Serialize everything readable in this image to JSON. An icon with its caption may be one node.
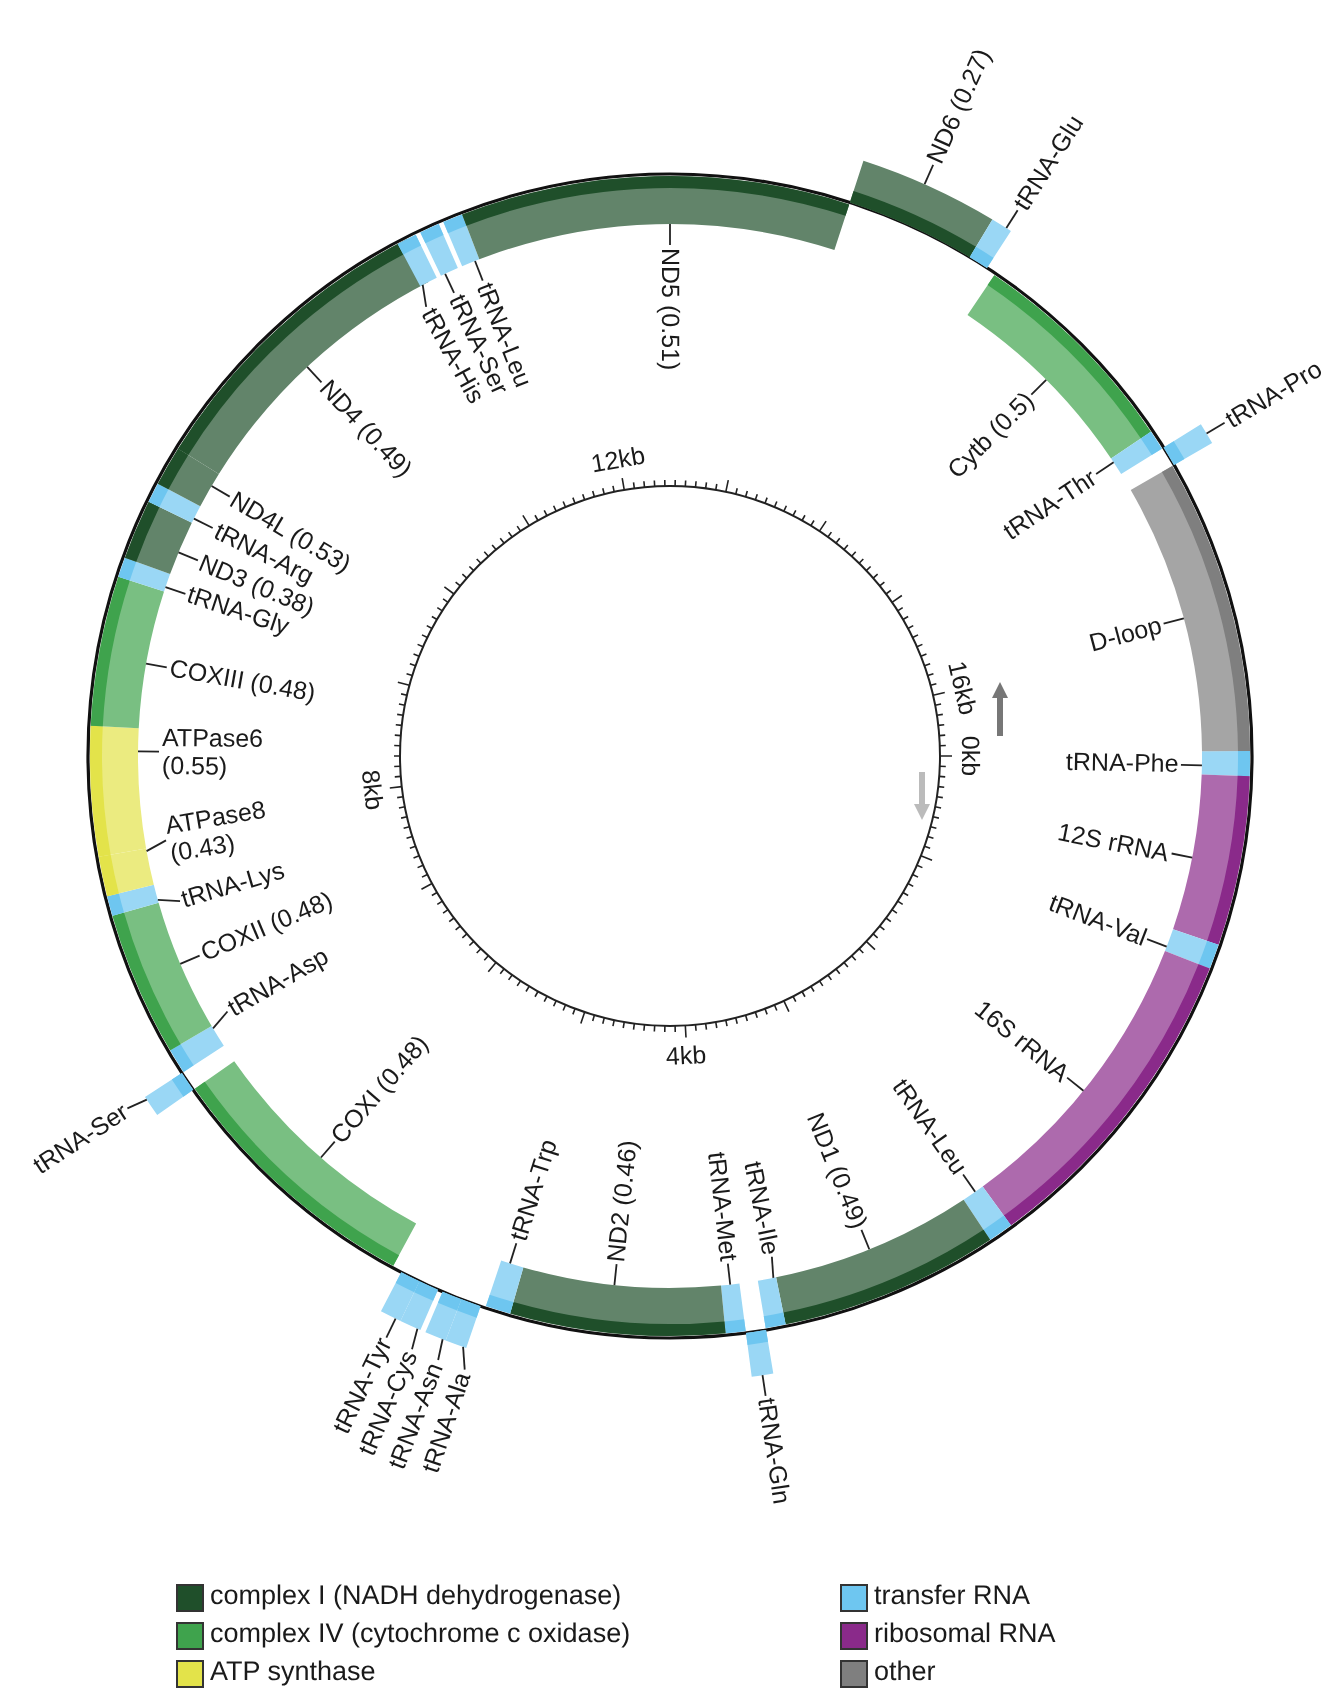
{
  "diagram": {
    "nodes": [
      {
        "text": [
          "tRNA-Phe"
        ]
      },
      {
        "text": [
          "12S rRNA"
        ]
      },
      {
        "text": [
          "tRNA-Val"
        ]
      },
      {
        "text": [
          "16S rRNA"
        ]
      },
      {
        "text": [
          "tRNA-Leu"
        ]
      },
      {
        "text": [
          "ND1 (0.49)"
        ]
      },
      {
        "text": [
          "tRNA-Ile"
        ]
      },
      {
        "text": [
          "tRNA-Gln"
        ]
      },
      {
        "text": [
          "tRNA-Met"
        ]
      },
      {
        "text": [
          "ND2 (0.46)"
        ]
      },
      {
        "text": [
          "tRNA-Trp"
        ]
      },
      {
        "text": [
          "tRNA-Ala"
        ]
      },
      {
        "text": [
          "tRNA-Asn"
        ]
      },
      {
        "text": [
          "tRNA-Cys"
        ]
      },
      {
        "text": [
          "tRNA-Tyr"
        ]
      },
      {
        "text": [
          "COXI (0.48)"
        ]
      },
      {
        "text": [
          "tRNA-Ser"
        ]
      },
      {
        "text": [
          "tRNA-Asp"
        ]
      },
      {
        "text": [
          "COXII (0.48)"
        ]
      },
      {
        "text": [
          "tRNA-Lys"
        ]
      },
      {
        "text": [
          "ATPase8 (0.43)"
        ]
      },
      {
        "text": [
          "ATPase6 (0.55)"
        ]
      },
      {
        "text": [
          "COXIII (0.48)"
        ]
      },
      {
        "text": [
          "tRNA-Gly"
        ]
      },
      {
        "text": [
          "ND3 (0.38)"
        ]
      },
      {
        "text": [
          "tRNA-Arg"
        ]
      },
      {
        "text": [
          "ND4L (0.53)"
        ]
      },
      {
        "text": [
          "ND4 (0.49)"
        ]
      },
      {
        "text": [
          "tRNA-His"
        ]
      },
      {
        "text": [
          "tRNA-Ser"
        ]
      },
      {
        "text": [
          "tRNA-Leu"
        ]
      },
      {
        "text": [
          "ND5 (0.51)"
        ]
      },
      {
        "text": [
          "ND6 (0.27)"
        ]
      },
      {
        "text": [
          "tRNA-Glu"
        ]
      },
      {
        "text": [
          "Cytb (0.5)"
        ]
      },
      {
        "text": [
          "tRNA-Thr"
        ]
      },
      {
        "text": [
          "tRNA-Pro"
        ]
      },
      {
        "text": [
          "D-loop"
        ]
      }
    ],
    "edges": [
      {
        "from": 0,
        "to": null,
        "arrow": "none"
      },
      {
        "from": 1,
        "to": null,
        "arrow": "none"
      },
      {
        "from": 2,
        "to": null,
        "arrow": "none"
      },
      {
        "from": 3,
        "to": null,
        "arrow": "none"
      },
      {
        "from": 4,
        "to": null,
        "arrow": "none"
      },
      {
        "from": 5,
        "to": null,
        "arrow": "none"
      },
      {
        "from": 6,
        "to": null,
        "arrow": "none"
      },
      {
        "from": 7,
        "to": null,
        "arrow": "none"
      },
      {
        "from": 8,
        "to": null,
        "arrow": "none"
      },
      {
        "from": 9,
        "to": null,
        "arrow": "none"
      },
      {
        "from": 10,
        "to": null,
        "arrow": "none"
      },
      {
        "from": 11,
        "to": null,
        "arrow": "none"
      },
      {
        "from": 12,
        "to": null,
        "arrow": "none"
      },
      {
        "from": 13,
        "to": null,
        "arrow": "none"
      },
      {
        "from": 14,
        "to": null,
        "arrow": "none"
      },
      {
        "from": 15,
        "to": null,
        "arrow": "none"
      },
      {
        "from": 16,
        "to": null,
        "arrow": "none"
      },
      {
        "from": 17,
        "to": null,
        "arrow": "none"
      },
      {
        "from": 18,
        "to": null,
        "arrow": "none"
      },
      {
        "from": 19,
        "to": null,
        "arrow": "none"
      },
      {
        "from": 20,
        "to": null,
        "arrow": "none"
      },
      {
        "from": 21,
        "to": null,
        "arrow": "none"
      },
      {
        "from": 22,
        "to": null,
        "arrow": "none"
      },
      {
        "from": 23,
        "to": null,
        "arrow": "none"
      },
      {
        "from": 24,
        "to": null,
        "arrow": "none"
      },
      {
        "from": 25,
        "to": null,
        "arrow": "none"
      },
      {
        "from": 26,
        "to": null,
        "arrow": "none"
      },
      {
        "from": 27,
        "to": null,
        "arrow": "none"
      },
      {
        "from": 28,
        "to": null,
        "arrow": "none"
      },
      {
        "from": 29,
        "to": null,
        "arrow": "none"
      },
      {
        "from": 30,
        "to": null,
        "arrow": "none"
      },
      {
        "from": 31,
        "to": null,
        "arrow": "none"
      },
      {
        "from": 32,
        "to": null,
        "arrow": "none"
      },
      {
        "from": 33,
        "to": null,
        "arrow": "none"
      },
      {
        "from": 34,
        "to": null,
        "arrow": "none"
      },
      {
        "from": 35,
        "to": null,
        "arrow": "none"
      },
      {
        "from": 36,
        "to": null,
        "arrow": "none"
      },
      {
        "from": 37,
        "to": null,
        "arrow": "none"
      }
    ],
    "labels": [
      "12kb",
      "16kb",
      "0kb",
      "8kb",
      "4kb"
    ],
    "legend": [
      {
        "text": "complex I (NADH dehydrogenase)",
        "color": "#1f4f2a"
      },
      {
        "text": "complex IV (cytochrome c oxidase)",
        "color": "#3fa34d"
      },
      {
        "text": "ATP synthase",
        "color": "#e3e34a"
      },
      {
        "text": "transfer RNA",
        "color": "#6ec6f0"
      },
      {
        "text": "ribosomal RNA",
        "color": "#8a2a8a"
      },
      {
        "text": "other",
        "color": "#7f7f7f"
      }
    ]
  }
}
